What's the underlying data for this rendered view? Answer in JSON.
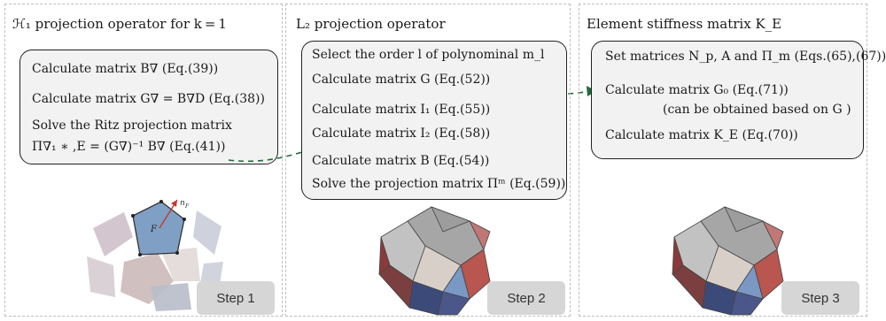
{
  "panels": [
    {
      "title": "ℋ₁ projection operator for k = 1",
      "lines": [
        "Calculate matrix B∇ (Eq.(39))",
        "Calculate matrix G∇ = B∇D  (Eq.(38))",
        "Solve the Ritz projection matrix",
        "Π∇₁ ∗ ,E = (G∇)⁻¹ B∇ (Eq.(41))"
      ],
      "step": "Step 1",
      "figure_labels": [
        "n_F",
        "F"
      ]
    },
    {
      "title": "L₂ projection operator",
      "lines": [
        "Select the order l of polynominal m_l",
        "Calculate matrix G (Eq.(52))",
        "Calculate matrix I₁ (Eq.(55))",
        "Calculate matrix I₂ (Eq.(58))",
        "Calculate matrix  B (Eq.(54))",
        "Solve the projection matrix Πᵐ (Eq.(59))"
      ],
      "step": "Step 2"
    },
    {
      "title": "Element stiffness matrix K_E",
      "lines": [
        "Set matrices  N_p, A and Π_m (Eqs.(65),(67))",
        "Calculate matrix  G₀    (Eq.(71))",
        "(can be obtained based on G )",
        "Calculate matrix  K_E  (Eq.(70))"
      ],
      "step": "Step 3"
    }
  ],
  "colors": {
    "arrow": "#1f6b3a",
    "red": "#b5504f",
    "blue": "#6e8fb8",
    "gray": "#9a9a9a"
  }
}
